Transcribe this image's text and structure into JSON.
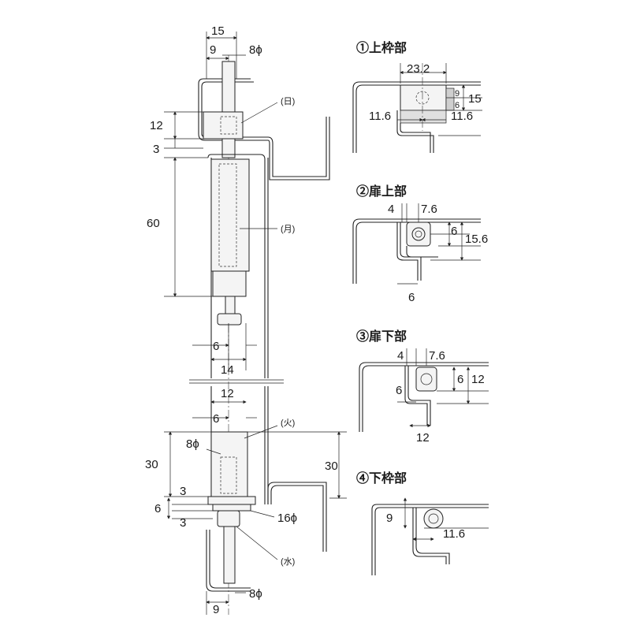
{
  "main": {
    "dims": {
      "top_width": "15",
      "top_offset": "9",
      "top_dia": "8ϕ",
      "d12_top": "12",
      "d3_top": "3",
      "d60": "60",
      "d6_mid": "6",
      "d14": "14",
      "d12_mid": "12",
      "d6_low": "6",
      "d8_dia_low": "8ϕ",
      "d30_left": "30",
      "d30_right": "30",
      "d3_a": "3",
      "d6_b": "6",
      "d3_c": "3",
      "d16_dia": "16ϕ",
      "bottom_offset": "9",
      "bottom_dia": "8ϕ"
    },
    "labels": {
      "sun": "(日)",
      "moon": "(月)",
      "fire": "(火)",
      "water": "(水)"
    }
  },
  "views": {
    "v1": {
      "title": "①上枠部",
      "d_width": "23.2",
      "d_a": "9",
      "d_b": "6",
      "d_total": "15",
      "d_left": "11.6",
      "d_right": "11.6"
    },
    "v2": {
      "title": "②扉上部",
      "d_a": "4",
      "d_b": "7.6",
      "d_c": "6",
      "d_d": "15.6",
      "d_bottom": "6"
    },
    "v3": {
      "title": "③扉下部",
      "d_a": "4",
      "d_b": "7.6",
      "d_c": "6",
      "d_d": "12",
      "d_left": "6",
      "d_bottom": "12"
    },
    "v4": {
      "title": "④下枠部",
      "d_a": "9",
      "d_b": "11.6"
    }
  }
}
